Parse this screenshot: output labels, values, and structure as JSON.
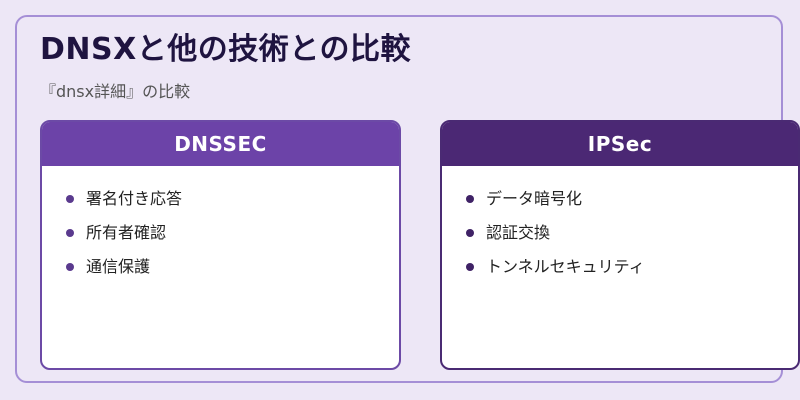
{
  "page": {
    "title": "DNSXと他の技術との比較",
    "subtitle": "『dnsx詳細』の比較"
  },
  "cards": [
    {
      "title": "DNSSEC",
      "items": [
        "署名付き応答",
        "所有者確認",
        "通信保護"
      ]
    },
    {
      "title": "IPSec",
      "items": [
        "データ暗号化",
        "認証交換",
        "トンネルセキュリティ"
      ]
    }
  ],
  "colors": {
    "background": "#ede7f6",
    "frame_border": "#a58fd6",
    "left_header": "#6c43a8",
    "right_header": "#4b2874",
    "title_text": "#1f1440"
  }
}
